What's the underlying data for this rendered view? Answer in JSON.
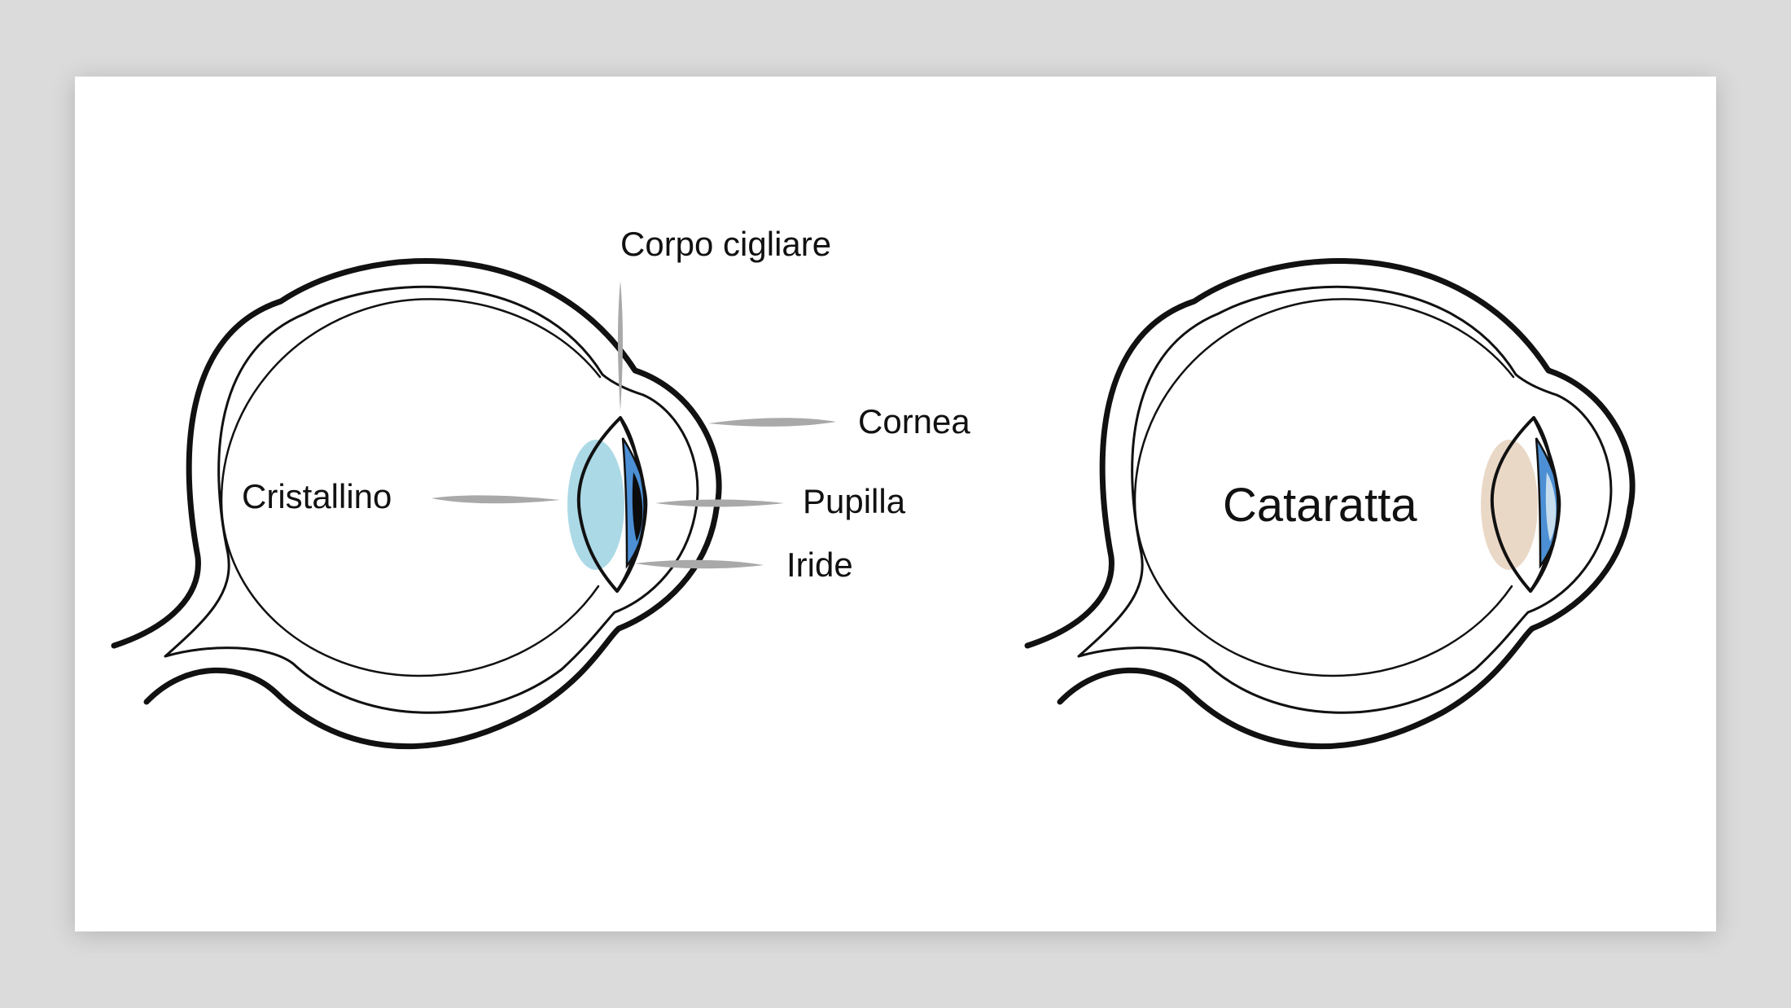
{
  "labels": {
    "ciliary_body": "Corpo cigliare",
    "cornea": "Cornea",
    "lens": "Cristallino",
    "pupil": "Pupilla",
    "iris": "Iride",
    "cataract": "Cataratta"
  },
  "colors": {
    "outline": "#111111",
    "leader": "#a9a9a9",
    "lens_halo": "#acd9e6",
    "iris_blue": "#4c8fd4",
    "pupil_dark": "#0c0c0c",
    "cataract_halo": "#ead8c6",
    "cataract_pupil": "#c5ddee"
  }
}
